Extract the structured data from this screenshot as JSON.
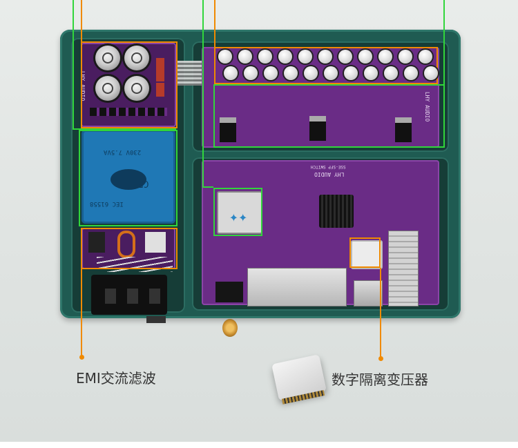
{
  "labels": {
    "emi_filter": "EMI交流滤波",
    "digital_isolation_transformer": "数字隔离变压器"
  },
  "silkscreen": {
    "brand_right": "LHY AUDIO",
    "brand_left": "LHY AUDIO",
    "switch_brand": "LHY AUDIO",
    "switch_model": "SSE-SFP SWITCH"
  },
  "colors": {
    "callout_green": "#31d63b",
    "callout_orange": "#f08a00",
    "enclosure": "#1f5b52",
    "pcb": "#6a2c86",
    "transformer": "#1f78b5"
  }
}
